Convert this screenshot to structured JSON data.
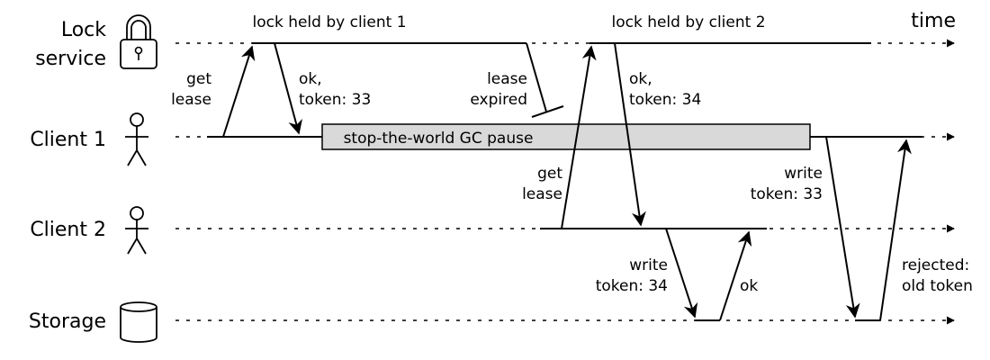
{
  "participants": {
    "lock_service": [
      "Lock",
      "service"
    ],
    "client1": "Client 1",
    "client2": "Client 2",
    "storage": "Storage"
  },
  "time_label": "time",
  "labels": {
    "lock_held_1": "lock held by client 1",
    "lock_held_2": "lock held by client 2",
    "get_lease_1": [
      "get",
      "lease"
    ],
    "ok_token_33": [
      "ok,",
      "token: 33"
    ],
    "lease_expired": [
      "lease",
      "expired"
    ],
    "ok_token_34": [
      "ok,",
      "token: 34"
    ],
    "gc_pause": "stop-the-world GC pause",
    "get_lease_2": [
      "get",
      "lease"
    ],
    "write_token_34": [
      "write",
      "token: 34"
    ],
    "ok": "ok",
    "write_token_33": [
      "write",
      "token: 33"
    ],
    "rejected": [
      "rejected:",
      "old token"
    ]
  },
  "icons": {
    "lock_service": "padlock-icon",
    "client1": "person-icon",
    "client2": "person-icon",
    "storage": "database-cylinder-icon"
  },
  "colors": {
    "gc_box_fill": "#d9d9d9",
    "line": "#000000"
  }
}
